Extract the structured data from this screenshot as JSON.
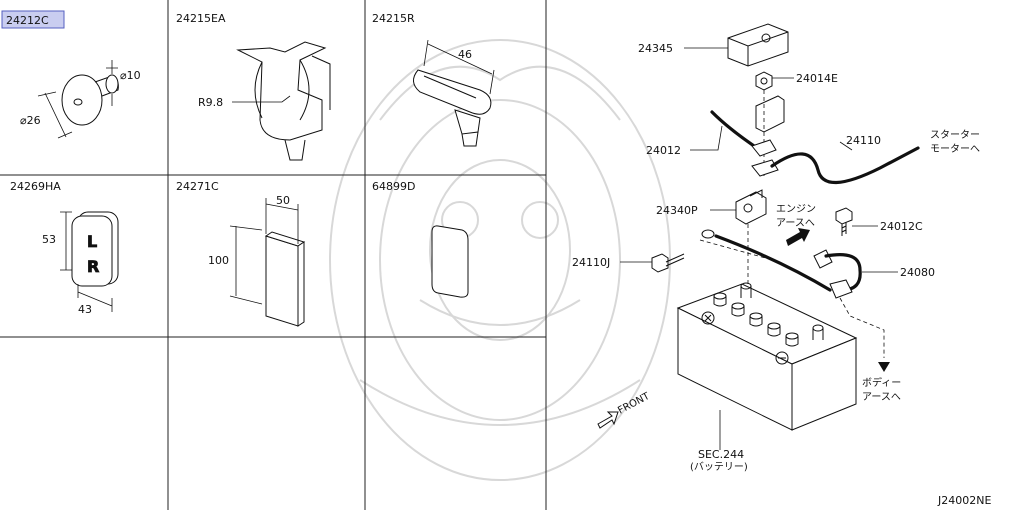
{
  "catalog": {
    "highlighted_part": "24212C",
    "figure_code": "J24002NE"
  },
  "cells": [
    {
      "part": "24212C",
      "dims": [
        "⌀10",
        "⌀26"
      ]
    },
    {
      "part": "24215EA",
      "dims": [
        "R9.8"
      ]
    },
    {
      "part": "24215R",
      "dims": [
        "46"
      ]
    },
    {
      "part": "24269HA",
      "dims": [
        "53",
        "43"
      ]
    },
    {
      "part": "24271C",
      "dims": [
        "50",
        "100"
      ]
    },
    {
      "part": "64899D",
      "dims": []
    }
  ],
  "battery_diagram": {
    "callouts": {
      "p24345": "24345",
      "p24014E": "24014E",
      "p24012": "24012",
      "p24110": "24110",
      "p24340P": "24340P",
      "p24012C": "24012C",
      "p24110J": "24110J",
      "p24080": "24080"
    },
    "notes": {
      "starter_1": "スターター",
      "starter_2": "モーターへ",
      "engine_1": "エンジン",
      "engine_2": "アースへ",
      "body_1": "ボディー",
      "body_2": "アースへ",
      "sec_1": "SEC.244",
      "sec_2": "(バッテリー)",
      "front": "FRONT"
    },
    "icons": [
      "arrow-icon",
      "battery-icon",
      "ground-arrow-icon"
    ]
  }
}
